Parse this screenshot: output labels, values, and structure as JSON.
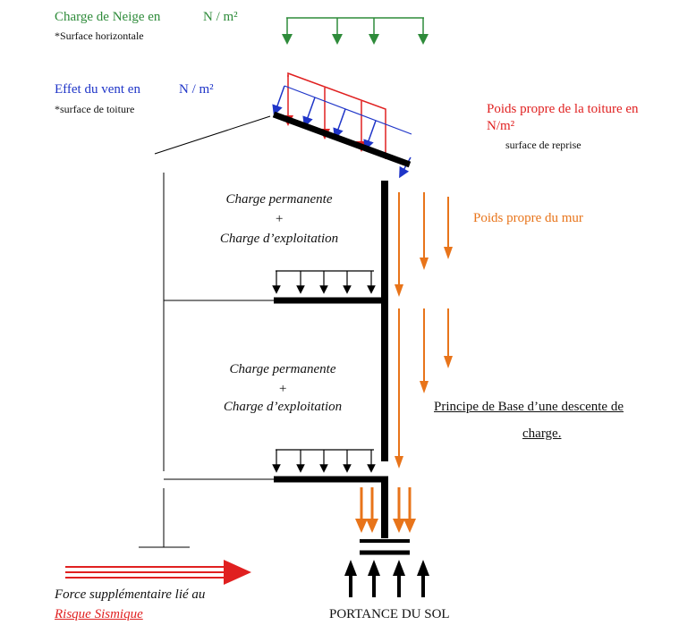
{
  "snow": {
    "label": "Charge de Neige en",
    "unit": "N / m²",
    "note": "*Surface horizontale",
    "color": "#2e8b3a"
  },
  "wind": {
    "label": "Effet du vent en",
    "unit": "N / m²",
    "note": "*surface de toiture",
    "color": "#1f35c8"
  },
  "roof_weight": {
    "label_line1": "Poids propre de la toiture en",
    "label_line2": "N/m²",
    "note": "surface de reprise",
    "color": "#e02020"
  },
  "wall_weight": {
    "label": "Poids propre du mur",
    "color": "#e8741a"
  },
  "floor_upper": {
    "line1": "Charge permanente",
    "line2": "+",
    "line3": "Charge d’exploitation"
  },
  "floor_lower": {
    "line1": "Charge permanente",
    "line2": "+",
    "line3": "Charge d’exploitation"
  },
  "principle": {
    "line1": "Principe de Base d’une descente de",
    "line2": "charge."
  },
  "seismic": {
    "line1": "Force supplémentaire lié au",
    "line2": "Risque Sismique",
    "color": "#e02020"
  },
  "soil": {
    "label": "PORTANCE DU SOL"
  }
}
